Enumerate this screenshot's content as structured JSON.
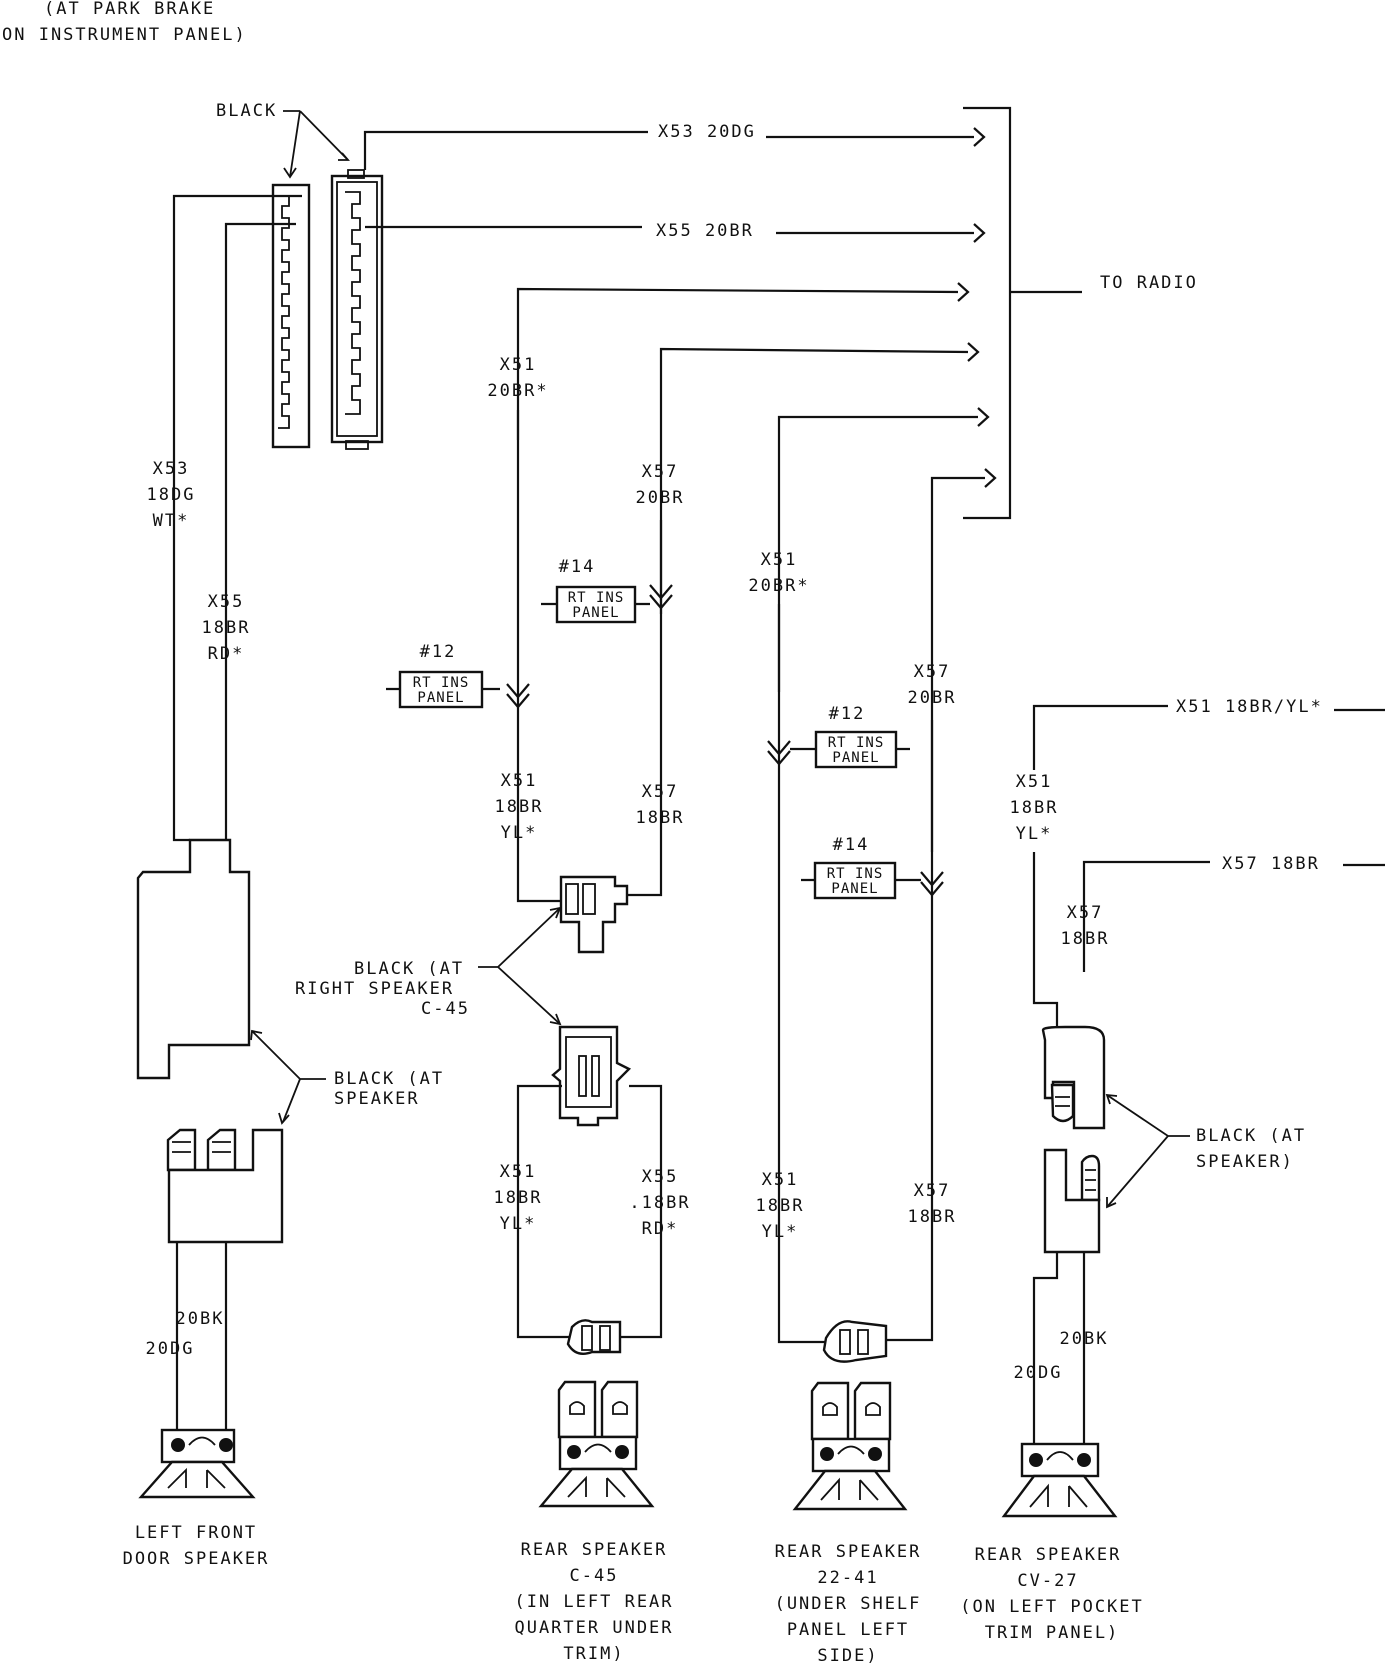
{
  "header": {
    "line1": "(AT PARK BRAKE",
    "line2": "ON INSTRUMENT PANEL)"
  },
  "connector_label": "BLACK",
  "to_radio": "TO RADIO",
  "radio_wires": {
    "x53": "X53 20DG",
    "x55": "X55 20BR"
  },
  "left_front": {
    "x53": [
      "X53",
      "18DG",
      "WT*"
    ],
    "x55": [
      "X55",
      "18BR",
      "RD*"
    ],
    "connector": [
      "BLACK (AT",
      "SPEAKER"
    ],
    "dg": "20DG",
    "bk": "20BK",
    "caption": [
      "LEFT FRONT",
      "DOOR SPEAKER"
    ]
  },
  "right_rear": {
    "x51_top": [
      "X51",
      "20BR*"
    ],
    "x57_top": [
      "X57",
      "20BR"
    ],
    "splice14": {
      "id": "#14",
      "text": [
        "RT INS",
        "PANEL"
      ]
    },
    "splice12": {
      "id": "#12",
      "text": [
        "RT INS",
        "PANEL"
      ]
    },
    "x51_mid": [
      "X51",
      "18BR",
      "YL*"
    ],
    "x57_mid": [
      "X57",
      "18BR"
    ],
    "connector": [
      "BLACK (AT",
      "RIGHT SPEAKER",
      "C-45"
    ],
    "x51_low": [
      "X51",
      "18BR",
      "YL*"
    ],
    "x55_low": [
      "X55",
      ".18BR",
      "RD*"
    ],
    "caption": [
      "REAR SPEAKER",
      "C-45",
      "(IN LEFT REAR",
      "QUARTER UNDER",
      "TRIM)"
    ]
  },
  "shelf": {
    "x51_top": [
      "X51",
      "20BR*"
    ],
    "x57_top": [
      "X57",
      "20BR"
    ],
    "splice12": {
      "id": "#12",
      "text": [
        "RT INS",
        "PANEL"
      ]
    },
    "splice14": {
      "id": "#14",
      "text": [
        "RT INS",
        "PANEL"
      ]
    },
    "x51_low": [
      "X51",
      "18BR",
      "YL*"
    ],
    "x57_low": [
      "X57",
      "18BR"
    ],
    "caption": [
      "REAR SPEAKER",
      "22-41",
      "(UNDER SHELF",
      "PANEL LEFT",
      "SIDE)"
    ]
  },
  "pocket": {
    "x51_run": "X51 18BR/YL*",
    "x57_run": "X57 18BR",
    "x51": [
      "X51",
      "18BR",
      "YL*"
    ],
    "x57": [
      "X57",
      "18BR"
    ],
    "connector": [
      "BLACK (AT",
      "SPEAKER)"
    ],
    "bk": "20BK",
    "dg": "20DG",
    "caption": [
      "REAR SPEAKER",
      "CV-27",
      "(ON LEFT POCKET",
      "TRIM PANEL)"
    ]
  }
}
